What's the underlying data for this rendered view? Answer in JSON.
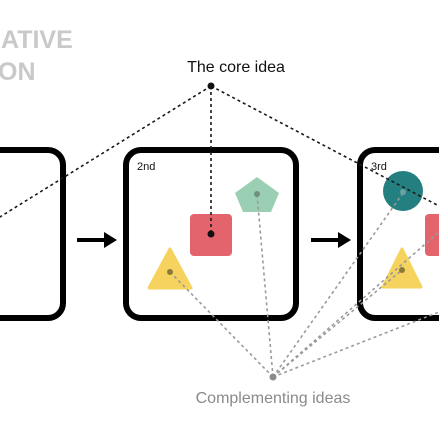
{
  "header": {
    "line1": "ATIVE",
    "line2": "ON"
  },
  "core_label": "The core idea",
  "complement_label": "Complementing ideas",
  "panels": [
    {
      "label": ""
    },
    {
      "label": "2nd"
    },
    {
      "label": "3rd"
    }
  ],
  "colors": {
    "red_square": "#e3646c",
    "green_pentagon": "#9bcfb3",
    "yellow_triangle": "#f5d35e",
    "teal_circle": "#237f80",
    "header_text": "#c9c9c9",
    "panel_stroke": "#000000",
    "dotted_line": "#1a1a1a",
    "grey_dotted_line": "#9a9a9a",
    "complement_text": "#8a8a8a"
  }
}
